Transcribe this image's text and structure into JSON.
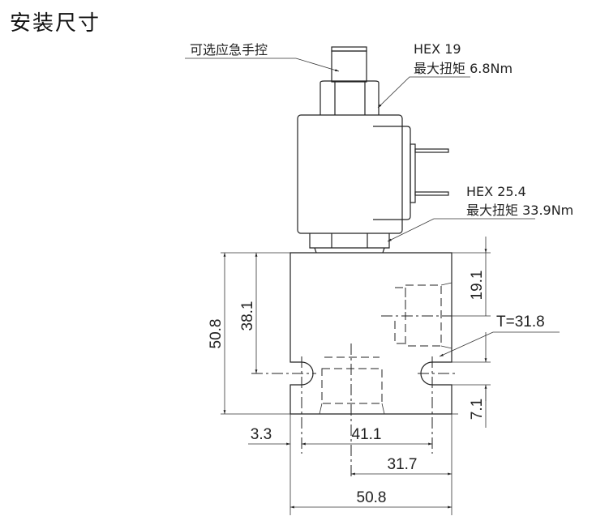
{
  "title": "安装尺寸",
  "callouts": {
    "manual": "可选应急手控",
    "hex1": "HEX 19",
    "torque1": "最大扭矩 6.8Nm",
    "hex2": "HEX 25.4",
    "torque2": "最大扭矩 33.9Nm",
    "thickness": "T=31.8"
  },
  "dimensions": {
    "height_total": "50.8",
    "height_mount": "38.1",
    "port_height": "19.1",
    "slot_bottom": "7.1",
    "slot_offset": "3.3",
    "slot_pitch": "41.1",
    "port_offset": "31.7",
    "width_total": "50.8"
  }
}
